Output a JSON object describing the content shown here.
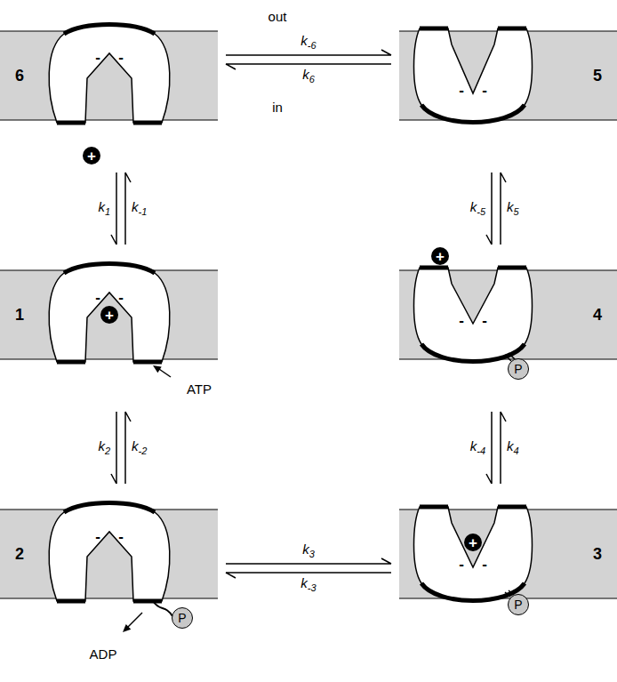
{
  "diagram": {
    "nodes": [
      {
        "text": [
          "6"
        ]
      },
      {
        "text": [
          "5"
        ]
      },
      {
        "text": [
          "+"
        ],
        "in": 0
      },
      {
        "text": [
          "1"
        ]
      },
      {
        "text": [
          "+"
        ],
        "in": 3
      },
      {
        "text": [
          "4"
        ]
      },
      {
        "text": [
          "+"
        ],
        "in": 5
      },
      {
        "text": [
          "P"
        ],
        "in": 5
      },
      {
        "text": [
          "2"
        ]
      },
      {
        "text": [
          "P"
        ],
        "in": 8
      },
      {
        "text": [
          "3"
        ]
      },
      {
        "text": [
          "+"
        ],
        "in": 10
      },
      {
        "text": [
          "P"
        ],
        "in": 10
      }
    ],
    "edges": [
      {
        "from": 0,
        "to": 1,
        "label": "k-6",
        "arrow": "to"
      },
      {
        "from": 1,
        "to": 0,
        "label": "k6",
        "arrow": "to"
      },
      {
        "from": 0,
        "to": 3,
        "label": "k1",
        "arrow": "to"
      },
      {
        "from": 3,
        "to": 0,
        "label": "k-1",
        "arrow": "to"
      },
      {
        "from": 3,
        "to": 8,
        "label": "k2",
        "arrow": "to"
      },
      {
        "from": 8,
        "to": 3,
        "label": "k-2",
        "arrow": "to"
      },
      {
        "from": 8,
        "to": 10,
        "label": "k3",
        "arrow": "to"
      },
      {
        "from": 10,
        "to": 8,
        "label": "k-3",
        "arrow": "to"
      },
      {
        "from": 10,
        "to": 5,
        "label": "k4",
        "arrow": "to"
      },
      {
        "from": 5,
        "to": 10,
        "label": "k-4",
        "arrow": "to"
      },
      {
        "from": 5,
        "to": 1,
        "label": "k5",
        "arrow": "to"
      },
      {
        "from": 1,
        "to": 5,
        "label": "k-5",
        "arrow": "to"
      }
    ],
    "labels": [
      "out",
      "in",
      "-",
      "-",
      "-",
      "-",
      "-",
      "-",
      "-",
      "-",
      "-",
      "-",
      "-",
      "-",
      "ATP",
      "ADP"
    ]
  }
}
